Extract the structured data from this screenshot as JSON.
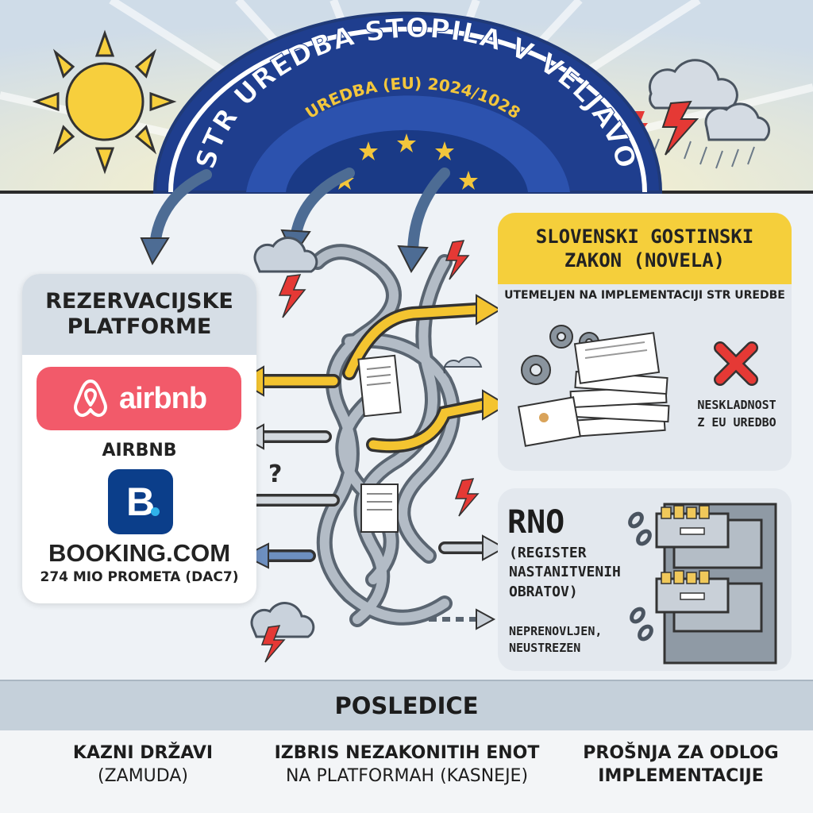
{
  "header": {
    "title": "STR UREDBA STOPILA V VELJAVO",
    "subtitle": "UREDBA (EU) 2024/1028"
  },
  "platforms": {
    "title_line1": "REZERVACIJSKE",
    "title_line2": "PLATFORME",
    "airbnb_logo_text": "airbnb",
    "airbnb_label": "AIRBNB",
    "booking_logo_letter": "B",
    "booking_label": "BOOKING.COM",
    "revenue_note": "274 MIO PROMETA (DAC7)"
  },
  "law": {
    "title_line1": "SLOVENSKI GOSTINSKI",
    "title_line2": "ZAKON (NOVELA)",
    "subtitle": "UTEMELJEN NA IMPLEMENTACIJI STR UREDBE",
    "issue_line1": "NESKLADNOST",
    "issue_line2": "Z EU UREDBO"
  },
  "rno": {
    "title": "RNO",
    "full_line1": "(REGISTER",
    "full_line2": "NASTANITVENIH",
    "full_line3": "OBRATOV)",
    "status_line1": "NEPRENOVLJEN,",
    "status_line2": "NEUSTREZEN"
  },
  "consequences": {
    "title": "POSLEDICE",
    "items": [
      {
        "line1": "KAZNI DRŽAVI",
        "line2": "(ZAMUDA)"
      },
      {
        "line1": "IZBRIS NEZAKONITIH ENOT",
        "line2": "NA PLATFORMAH (KASNEJE)"
      },
      {
        "line1": "PROŠNJA ZA ODLOG",
        "line2": "IMPLEMENTACIJE"
      }
    ]
  },
  "colors": {
    "sky": "#dce7ef",
    "arch_blue": "#1f3e8e",
    "eu_star": "#f3c63c",
    "sun": "#f7cf3d",
    "airbnb": "#f25a6a",
    "booking": "#0b3e8a",
    "law_header": "#f5cf3b",
    "lightning": "#e53935",
    "yellow_arrow": "#f4c430",
    "gray_arrow": "#7f8b97"
  },
  "icons": [
    "sun-icon",
    "storm-cloud-icon",
    "lightning-icon",
    "gear-icon",
    "x-mark-icon",
    "document-stack-icon",
    "filing-cabinet-icon",
    "broken-chain-icon",
    "question-mark-icon"
  ]
}
